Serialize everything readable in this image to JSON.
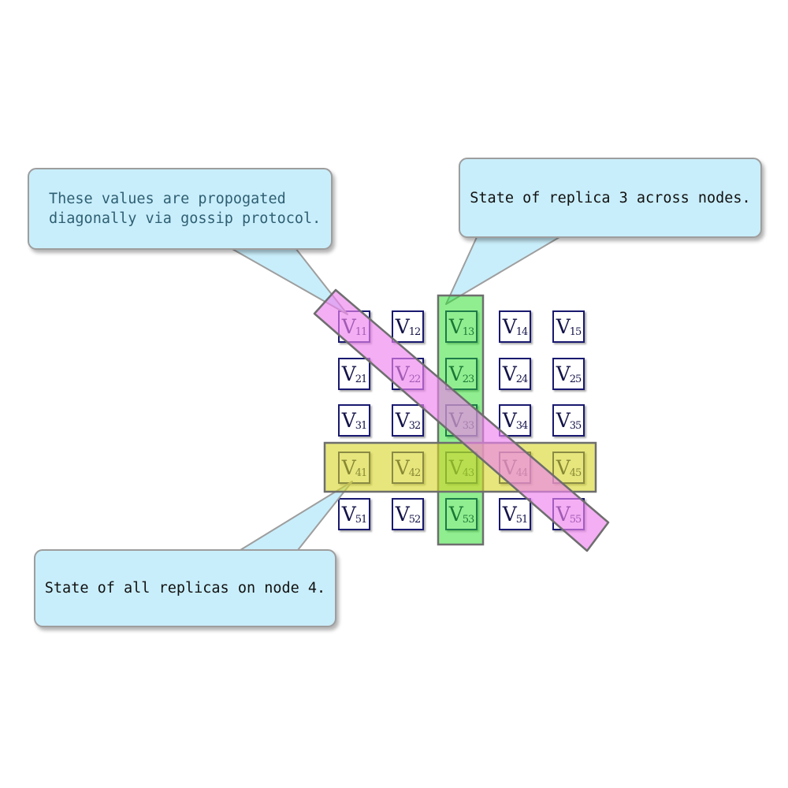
{
  "diagram": {
    "matrix": {
      "base_symbol": "V",
      "rows": [
        [
          "11",
          "12",
          "13",
          "14",
          "15"
        ],
        [
          "21",
          "22",
          "23",
          "24",
          "25"
        ],
        [
          "31",
          "32",
          "33",
          "34",
          "35"
        ],
        [
          "41",
          "42",
          "43",
          "44",
          "45"
        ],
        [
          "51",
          "52",
          "53",
          "51",
          "55"
        ]
      ]
    },
    "callouts": [
      {
        "name": "gossip-diagonal",
        "lines": [
          "These values are propogated",
          "diagonally via gossip protocol."
        ],
        "text_color": "#2E5F73"
      },
      {
        "name": "replica-3-column",
        "lines": [
          "State of replica 3 across nodes."
        ],
        "text_color": "#111111"
      },
      {
        "name": "node-4-row",
        "lines": [
          "State of all replicas on node 4."
        ],
        "text_color": "#111111"
      }
    ],
    "highlights": {
      "diagonal": {
        "color": "#EE82EE",
        "opacity": 0.65
      },
      "column": {
        "color": "#21DD21",
        "opacity": 0.5
      },
      "row": {
        "color": "#D5D526",
        "opacity": 0.6
      }
    },
    "colors": {
      "background": "#FFFFFF",
      "callout_fill": "#C9EEFB",
      "callout_border": "#9E9E9E",
      "cell_border": "#191970",
      "cell_text": "#13134A",
      "band_border": "#6E6E6E"
    }
  }
}
